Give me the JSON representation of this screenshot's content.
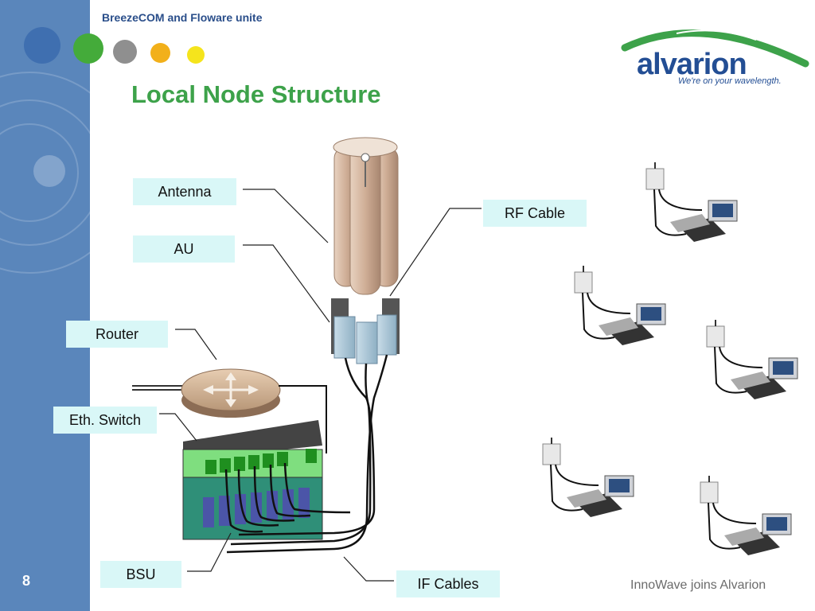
{
  "header": {
    "tagline": "BreezeCOM and Floware unite",
    "logo_word": "alvarion",
    "logo_tagline": "We're on your wavelength."
  },
  "slide": {
    "title": "Local Node Structure",
    "page_number": "8"
  },
  "labels": {
    "antenna": "Antenna",
    "au": "AU",
    "router": "Router",
    "eth_switch": "Eth. Switch",
    "bsu": "BSU",
    "rf_cable": "RF Cable",
    "if_cables": "IF Cables"
  },
  "footer": {
    "text": "InnoWave joins Alvarion"
  },
  "colors": {
    "sidebar": "#5a86bb",
    "title": "#3da24a",
    "label_bg": "#d9f7f7",
    "brand_blue": "#234e94",
    "brand_green": "#3da24a"
  }
}
